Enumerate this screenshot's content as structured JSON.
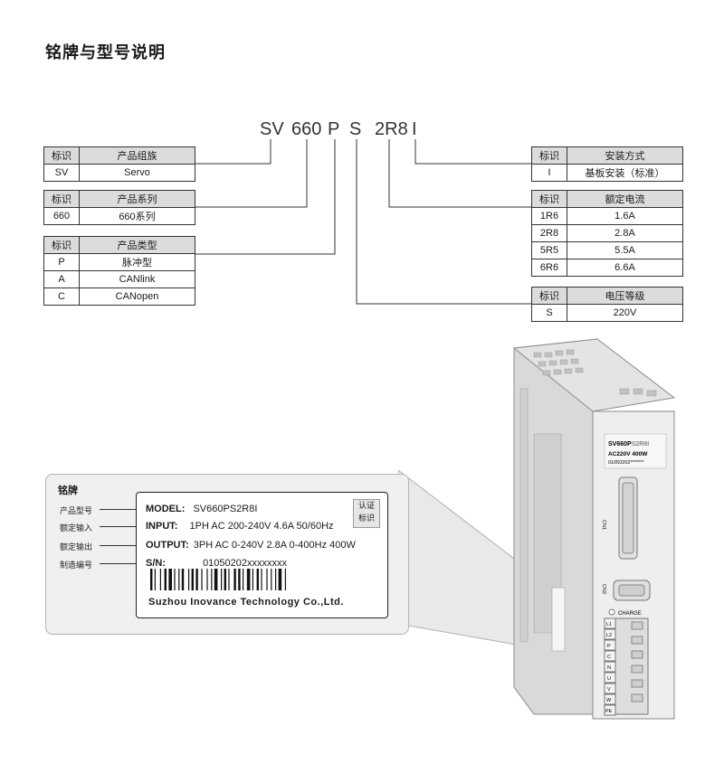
{
  "title": "铭牌与型号说明",
  "model_code": [
    "SV",
    "660",
    "P",
    "S",
    "2R8",
    "I"
  ],
  "tables": {
    "series": {
      "headers": [
        "标识",
        "产品组族"
      ],
      "rows": [
        [
          "SV",
          "Servo"
        ]
      ]
    },
    "line": {
      "headers": [
        "标识",
        "产品系列"
      ],
      "rows": [
        [
          "660",
          "660系列"
        ]
      ]
    },
    "type": {
      "headers": [
        "标识",
        "产品类型"
      ],
      "rows": [
        [
          "P",
          "脉冲型"
        ],
        [
          "A",
          "CANlink"
        ],
        [
          "C",
          "CANopen"
        ]
      ]
    },
    "install": {
      "headers": [
        "标识",
        "安装方式"
      ],
      "rows": [
        [
          "I",
          "基板安装（标准）"
        ]
      ]
    },
    "current": {
      "headers": [
        "标识",
        "额定电流"
      ],
      "rows": [
        [
          "1R6",
          "1.6A"
        ],
        [
          "2R8",
          "2.8A"
        ],
        [
          "5R5",
          "5.5A"
        ],
        [
          "6R6",
          "6.6A"
        ]
      ]
    },
    "voltage": {
      "headers": [
        "标识",
        "电压等级"
      ],
      "rows": [
        [
          "S",
          "220V"
        ]
      ]
    }
  },
  "nameplate": {
    "heading": "铭牌",
    "side_labels": [
      "产品型号",
      "额定输入",
      "额定输出",
      "制造编号"
    ],
    "model_key": "MODEL:",
    "model_val": "SV660PS2R8I",
    "input_key": "INPUT:",
    "input_val": "1PH AC 200-240V 4.6A 50/60Hz",
    "output_key": "OUTPUT:",
    "output_val": "3PH AC 0-240V 2.8A 0-400Hz 400W",
    "sn_key": "S/N:",
    "sn_val": "01050202xxxxxxxx",
    "cert_line1": "认证",
    "cert_line2": "标识",
    "company": "Suzhou Inovance Technology Co.,Ltd."
  },
  "device": {
    "model": "SV660P",
    "model_suffix": "S2R8I",
    "rating": "AC220V 400W",
    "serial": "01050202*******",
    "cn1": "CN1",
    "cn2": "CN2",
    "charge": "CHARGE",
    "terminals": [
      "L1",
      "L2",
      "P",
      "C",
      "N",
      "U",
      "V",
      "W",
      "PE"
    ]
  }
}
